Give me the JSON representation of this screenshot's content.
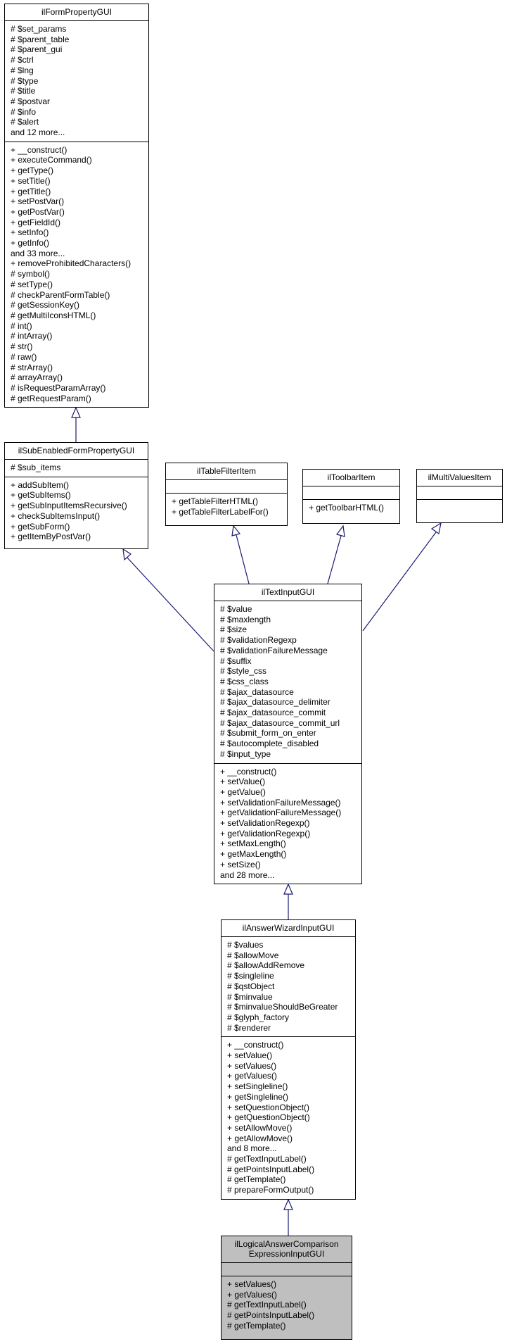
{
  "classes": {
    "form_property": {
      "name": "ilFormPropertyGUI",
      "attributes": [
        "# $set_params",
        "# $parent_table",
        "# $parent_gui",
        "# $ctrl",
        "# $lng",
        "# $type",
        "# $title",
        "# $postvar",
        "# $info",
        "# $alert",
        "and 12 more..."
      ],
      "methods": [
        "+ __construct()",
        "+ executeCommand()",
        "+ getType()",
        "+ setTitle()",
        "+ getTitle()",
        "+ setPostVar()",
        "+ getPostVar()",
        "+ getFieldId()",
        "+ setInfo()",
        "+ getInfo()",
        "and 33 more...",
        "+ removeProhibitedCharacters()",
        "# symbol()",
        "# setType()",
        "# checkParentFormTable()",
        "# getSessionKey()",
        "# getMultiIconsHTML()",
        "# int()",
        "# intArray()",
        "# str()",
        "# raw()",
        "# strArray()",
        "# arrayArray()",
        "# isRequestParamArray()",
        "# getRequestParam()"
      ]
    },
    "sub_enabled": {
      "name": "ilSubEnabledFormPropertyGUI",
      "attributes": [
        "# $sub_items"
      ],
      "methods": [
        "+ addSubItem()",
        "+ getSubItems()",
        "+ getSubInputItemsRecursive()",
        "+ checkSubItemsInput()",
        "+ getSubForm()",
        "+ getItemByPostVar()"
      ]
    },
    "table_filter": {
      "name": "ilTableFilterItem",
      "attributes": [],
      "methods": [
        "+ getTableFilterHTML()",
        "+ getTableFilterLabelFor()"
      ]
    },
    "toolbar_item": {
      "name": "ilToolbarItem",
      "attributes": [],
      "methods": [
        "+ getToolbarHTML()"
      ]
    },
    "multi_values": {
      "name": "ilMultiValuesItem",
      "attributes": [],
      "methods": []
    },
    "text_input": {
      "name": "ilTextInputGUI",
      "attributes": [
        "# $value",
        "# $maxlength",
        "# $size",
        "# $validationRegexp",
        "# $validationFailureMessage",
        "# $suffix",
        "# $style_css",
        "# $css_class",
        "# $ajax_datasource",
        "# $ajax_datasource_delimiter",
        "# $ajax_datasource_commit",
        "# $ajax_datasource_commit_url",
        "# $submit_form_on_enter",
        "# $autocomplete_disabled",
        "# $input_type"
      ],
      "methods": [
        "+ __construct()",
        "+ setValue()",
        "+ getValue()",
        "+ setValidationFailureMessage()",
        "+ getValidationFailureMessage()",
        "+ setValidationRegexp()",
        "+ getValidationRegexp()",
        "+ setMaxLength()",
        "+ getMaxLength()",
        "+ setSize()",
        "and 28 more..."
      ]
    },
    "answer_wizard": {
      "name": "ilAnswerWizardInputGUI",
      "attributes": [
        "# $values",
        "# $allowMove",
        "# $allowAddRemove",
        "# $singleline",
        "# $qstObject",
        "# $minvalue",
        "# $minvalueShouldBeGreater",
        "# $glyph_factory",
        "# $renderer"
      ],
      "methods": [
        "+ __construct()",
        "+ setValue()",
        "+ setValues()",
        "+ getValues()",
        "+ setSingleline()",
        "+ getSingleline()",
        "+ setQuestionObject()",
        "+ getQuestionObject()",
        "+ setAllowMove()",
        "+ getAllowMove()",
        "and 8 more...",
        "# getTextInputLabel()",
        "# getPointsInputLabel()",
        "# getTemplate()",
        "# prepareFormOutput()"
      ]
    },
    "logical_answer": {
      "name": "ilLogicalAnswerComparison\nExpressionInputGUI",
      "attributes": [],
      "methods": [
        "+ setValues()",
        "+ getValues()",
        "# getTextInputLabel()",
        "# getPointsInputLabel()",
        "# getTemplate()"
      ]
    }
  },
  "colors": {
    "edge": "#191970",
    "current_fill": "#bfbfbf"
  }
}
